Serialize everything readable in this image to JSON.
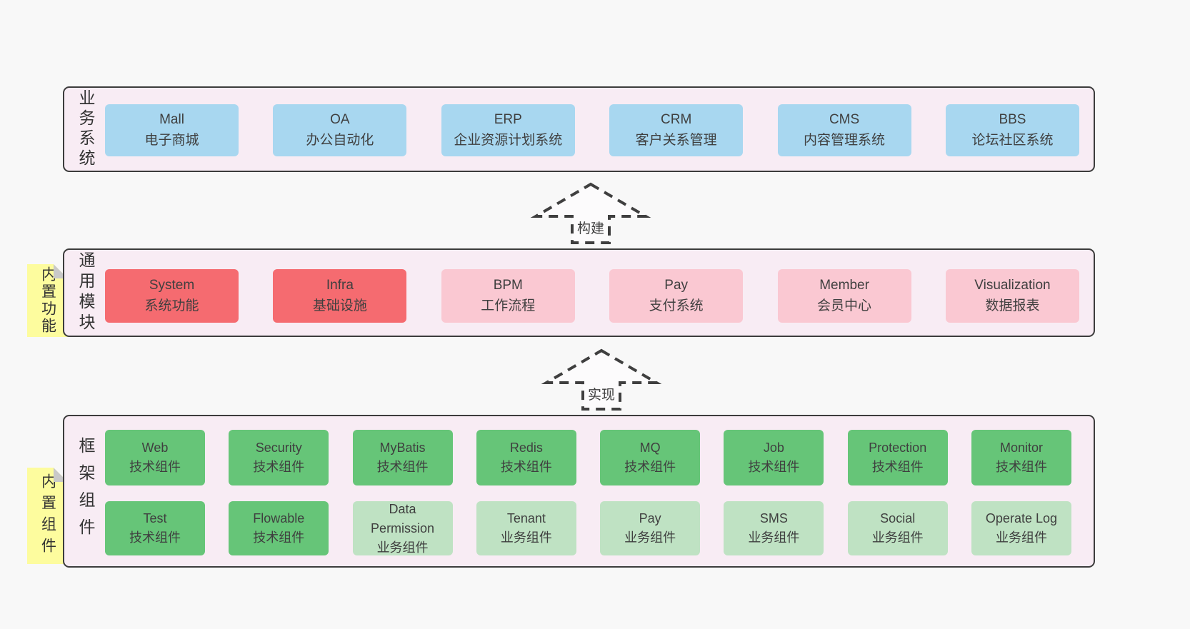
{
  "colors": {
    "page_bg": "#f8f8f8",
    "container_bg": "#f8ecf4",
    "container_border": "#3c3c3c",
    "blue": "#a8d7f0",
    "red": "#f56b70",
    "pink": "#fac8d2",
    "green_dark": "#66c578",
    "green_light": "#bfe2c3",
    "sticky_yellow": "#fdfc9e",
    "fold_gray": "#c9c9c9",
    "text": "#3f3f3f"
  },
  "arrows": {
    "build": "构建",
    "implement": "实现"
  },
  "sections": {
    "business": {
      "label": "业务系统",
      "boxes": [
        {
          "en": "Mall",
          "zh": "电子商城",
          "variant": "blue"
        },
        {
          "en": "OA",
          "zh": "办公自动化",
          "variant": "blue"
        },
        {
          "en": "ERP",
          "zh": "企业资源计划系统",
          "variant": "blue"
        },
        {
          "en": "CRM",
          "zh": "客户关系管理",
          "variant": "blue"
        },
        {
          "en": "CMS",
          "zh": "内容管理系统",
          "variant": "blue"
        },
        {
          "en": "BBS",
          "zh": "论坛社区系统",
          "variant": "blue"
        }
      ]
    },
    "modules": {
      "label": "通用模块",
      "tag": "内置功能",
      "boxes": [
        {
          "en": "System",
          "zh": "系统功能",
          "variant": "red"
        },
        {
          "en": "Infra",
          "zh": "基础设施",
          "variant": "red"
        },
        {
          "en": "BPM",
          "zh": "工作流程",
          "variant": "pink"
        },
        {
          "en": "Pay",
          "zh": "支付系统",
          "variant": "pink"
        },
        {
          "en": "Member",
          "zh": "会员中心",
          "variant": "pink"
        },
        {
          "en": "Visualization",
          "zh": "数据报表",
          "variant": "pink"
        }
      ]
    },
    "framework": {
      "label": "框架组件",
      "tag": "内置组件",
      "row1": [
        {
          "en": "Web",
          "zh": "技术组件",
          "variant": "green-dark"
        },
        {
          "en": "Security",
          "zh": "技术组件",
          "variant": "green-dark"
        },
        {
          "en": "MyBatis",
          "zh": "技术组件",
          "variant": "green-dark"
        },
        {
          "en": "Redis",
          "zh": "技术组件",
          "variant": "green-dark"
        },
        {
          "en": "MQ",
          "zh": "技术组件",
          "variant": "green-dark"
        },
        {
          "en": "Job",
          "zh": "技术组件",
          "variant": "green-dark"
        },
        {
          "en": "Protection",
          "zh": "技术组件",
          "variant": "green-dark"
        },
        {
          "en": "Monitor",
          "zh": "技术组件",
          "variant": "green-dark"
        }
      ],
      "row2": [
        {
          "en": "Test",
          "zh": "技术组件",
          "variant": "green-dark"
        },
        {
          "en": "Flowable",
          "zh": "技术组件",
          "variant": "green-dark"
        },
        {
          "en": "Data Permission",
          "zh": "业务组件",
          "variant": "green-light"
        },
        {
          "en": "Tenant",
          "zh": "业务组件",
          "variant": "green-light"
        },
        {
          "en": "Pay",
          "zh": "业务组件",
          "variant": "green-light"
        },
        {
          "en": "SMS",
          "zh": "业务组件",
          "variant": "green-light"
        },
        {
          "en": "Social",
          "zh": "业务组件",
          "variant": "green-light"
        },
        {
          "en": "Operate Log",
          "zh": "业务组件",
          "variant": "green-light"
        }
      ]
    }
  }
}
